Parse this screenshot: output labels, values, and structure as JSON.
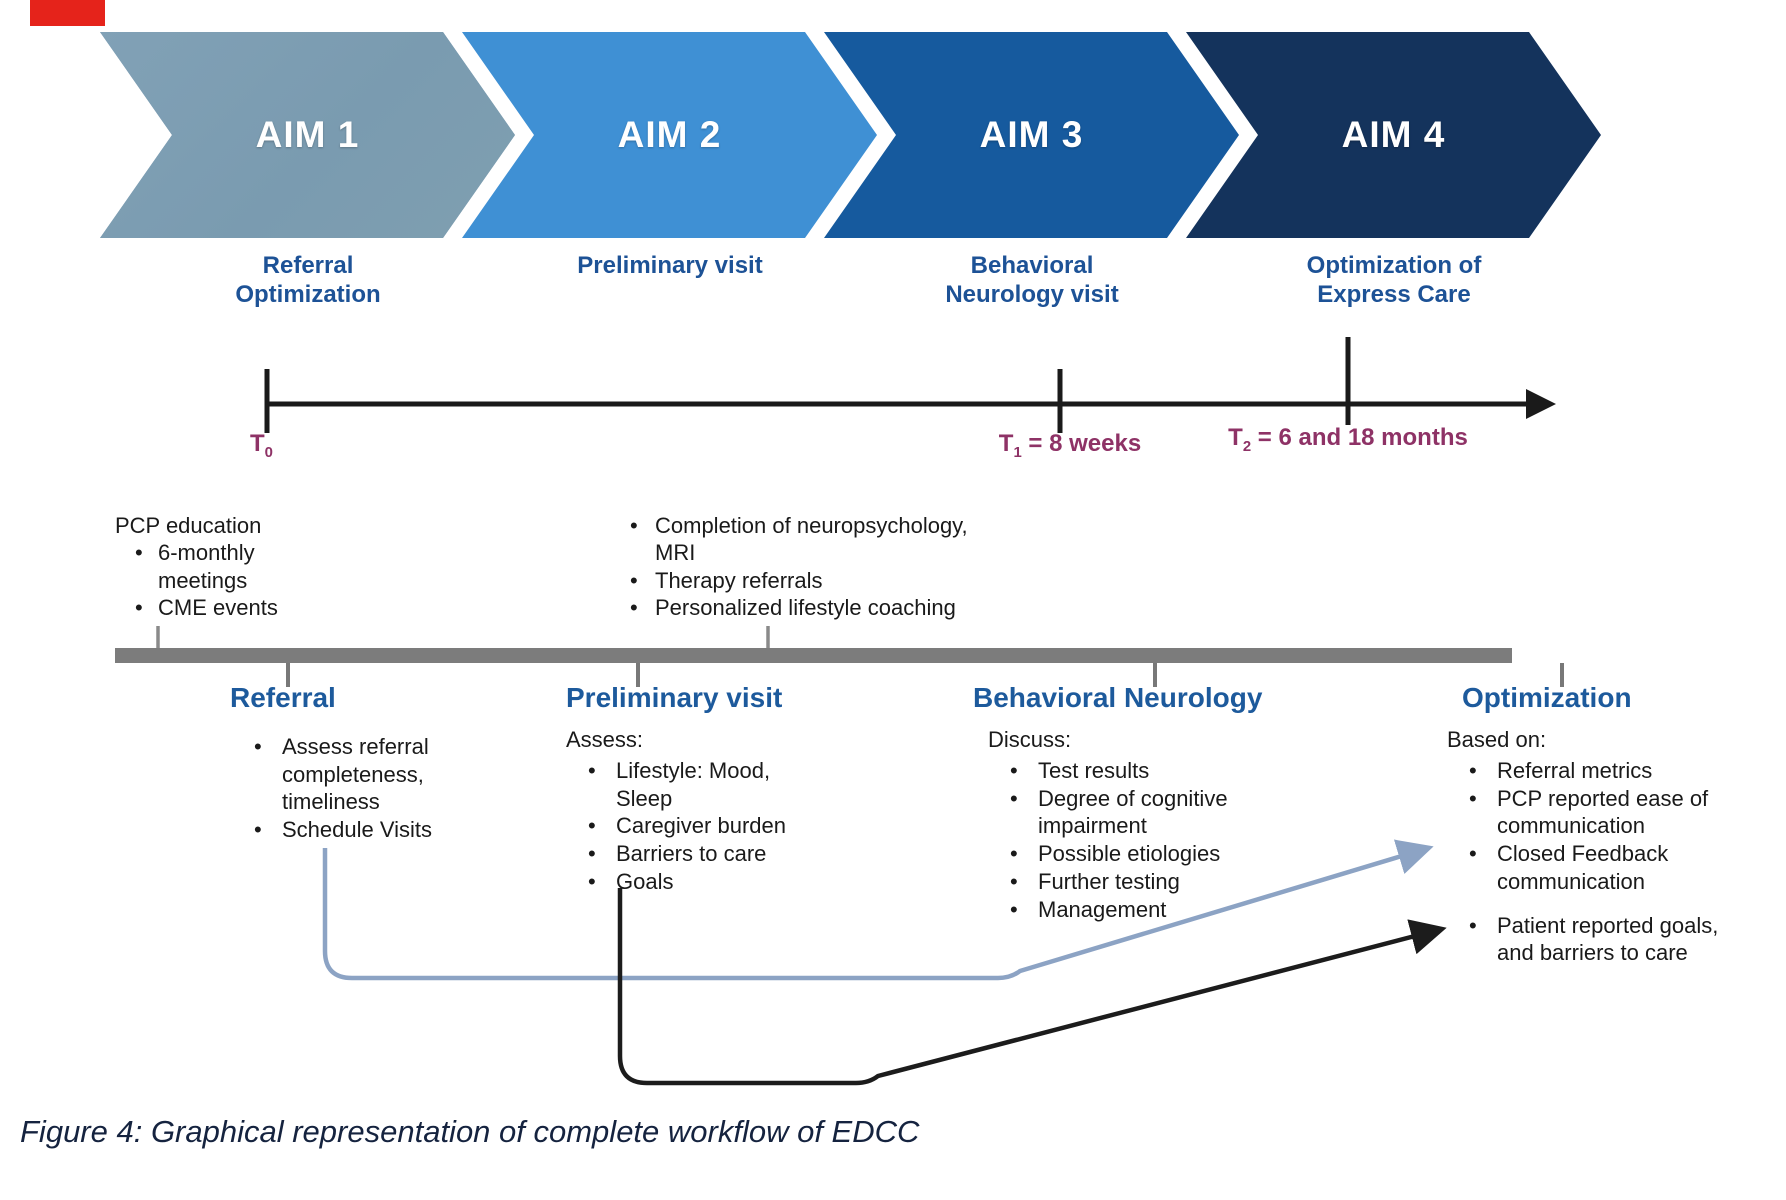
{
  "aims": [
    {
      "label": "AIM 1",
      "caption": "Referral Optimization",
      "color": "#7e9eb5"
    },
    {
      "label": "AIM 2",
      "caption": "Preliminary visit",
      "color": "#3f90d4"
    },
    {
      "label": "AIM 3",
      "caption": "Behavioral Neurology visit",
      "color": "#165a9e"
    },
    {
      "label": "AIM 4",
      "caption": "Optimization of Express Care",
      "color": "#14335c"
    }
  ],
  "timeline": {
    "t0": {
      "base": "T",
      "sub": "0",
      "rest": ""
    },
    "t1": {
      "base": "T",
      "sub": "1",
      "rest": " = 8 weeks"
    },
    "t2": {
      "base": "T",
      "sub": "2",
      "rest": " = 6 and 18 months"
    },
    "label_color": "#8e3266"
  },
  "notes": {
    "left": {
      "intro": "PCP education",
      "bullets": [
        "6-monthly meetings",
        "CME events"
      ]
    },
    "middle": {
      "bullets": [
        "Completion of neuropsychology, MRI",
        "Therapy referrals",
        "Personalized lifestyle coaching"
      ]
    }
  },
  "sections": [
    {
      "title": "Referral",
      "bullets": [
        "Assess referral completeness, timeliness",
        "Schedule Visits"
      ]
    },
    {
      "title": "Preliminary visit",
      "intro": "Assess:",
      "bullets": [
        "Lifestyle: Mood, Sleep",
        "Caregiver burden",
        "Barriers to care",
        "Goals"
      ]
    },
    {
      "title": "Behavioral Neurology",
      "intro": "Discuss:",
      "bullets": [
        "Test results",
        "Degree of cognitive impairment",
        "Possible etiologies",
        "Further testing",
        "Management"
      ]
    },
    {
      "title": "Optimization",
      "intro": "Based on:",
      "bullets": [
        "Referral metrics",
        "PCP reported ease of communication",
        "Closed Feedback communication",
        "Patient reported goals, and barriers to care"
      ]
    }
  ],
  "figure_caption": "Figure 4: Graphical representation of complete workflow of EDCC",
  "colors": {
    "heading_blue": "#1d5a9c",
    "chevron_caption_blue": "#1d5296",
    "timeline_magenta": "#8e3266",
    "arrow_steel_blue": "#8ca3c4",
    "arrow_black": "#1c1c1c",
    "bar_gray": "#7c7c7c",
    "red_mark": "#e5231b"
  }
}
